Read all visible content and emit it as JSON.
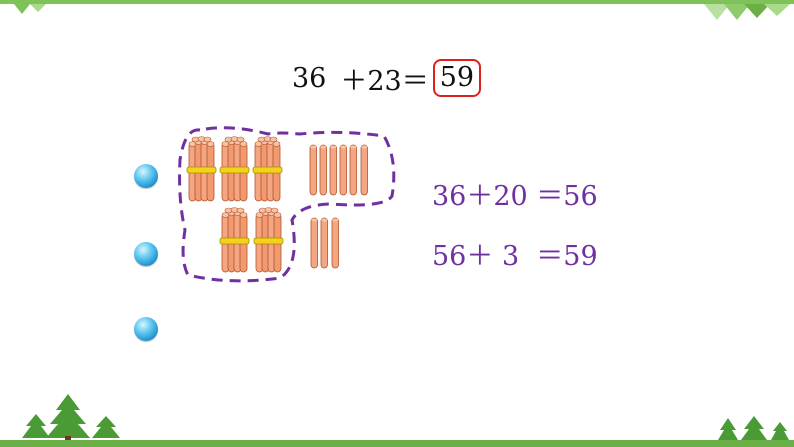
{
  "equation": {
    "left": "36",
    "op": "＋23",
    "eq": "＝",
    "answer": "59"
  },
  "steps": [
    {
      "text": "36＋20 ＝56"
    },
    {
      "text": "56＋ 3  ＝59"
    }
  ],
  "bullets": 3,
  "sticks": {
    "bundles_row1": 3,
    "singles_row1": 6,
    "bundles_row2": 2,
    "singles_row2": 3
  },
  "colors": {
    "stick": "#f4a582",
    "stick_edge": "#b0552c",
    "band": "#f2d21b",
    "outline": "#7030a0",
    "answer_border": "#e0201c",
    "step_text": "#7030a0",
    "green": "#6bb046"
  }
}
